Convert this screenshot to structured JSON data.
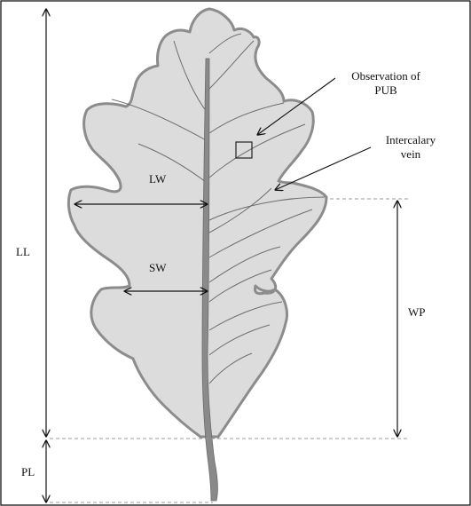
{
  "labels": {
    "ll": "LL",
    "lw": "LW",
    "sw": "SW",
    "wp": "WP",
    "pl": "PL",
    "observation_line1": "Observation of",
    "observation_line2": "PUB",
    "intercalary_line1": "Intercalary",
    "intercalary_line2": "vein"
  },
  "colors": {
    "leaf_fill": "#dcdcdc",
    "leaf_outline": "#8c8c8c",
    "midrib": "#8a8a8a",
    "veins": "#6e6e6e",
    "arrows": "#111111",
    "guide_lines": "#9a9a9a"
  }
}
